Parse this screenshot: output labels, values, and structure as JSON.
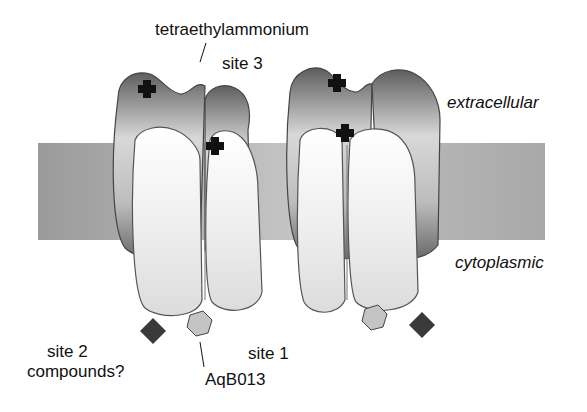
{
  "diagram": {
    "labels": [
      "tetraethylammonium",
      "site 3",
      "extracellular",
      "cytoplasmic",
      "site 2",
      "compounds?",
      "site 1",
      "AqB013"
    ]
  }
}
